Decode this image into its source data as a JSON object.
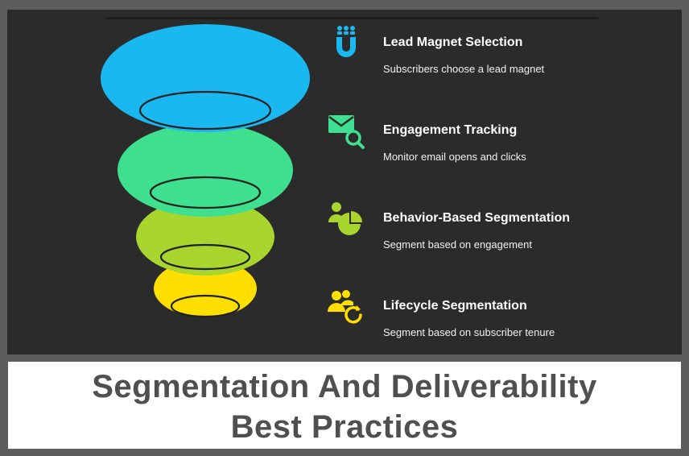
{
  "steps": [
    {
      "title": "Lead Magnet Selection",
      "desc": "Subscribers choose a lead magnet",
      "icon": "magnet-icon",
      "color": "#1ab8f0"
    },
    {
      "title": "Engagement Tracking",
      "desc": "Monitor email opens and clicks",
      "icon": "email-search-icon",
      "color": "#3ee08f"
    },
    {
      "title": "Behavior-Based Segmentation",
      "desc": "Segment based on engagement",
      "icon": "user-pie-chart-icon",
      "color": "#a8d62e"
    },
    {
      "title": "Lifecycle Segmentation",
      "desc": "Segment based on subscriber tenure",
      "icon": "users-cycle-icon",
      "color": "#ffdf00"
    }
  ],
  "caption": {
    "title_line1": "Segmentation And Deliverability",
    "title_line2": "Best Practices"
  }
}
